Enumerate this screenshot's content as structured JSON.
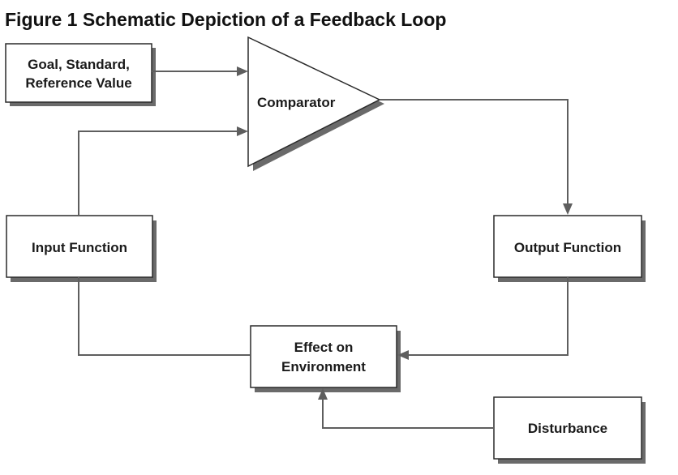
{
  "figure": {
    "title": "Figure 1 Schematic Depiction of a Feedback Loop"
  },
  "nodes": {
    "goal": {
      "line1": "Goal, Standard,",
      "line2": "Reference Value"
    },
    "comparator": {
      "label": "Comparator"
    },
    "input_function": {
      "label": "Input Function"
    },
    "output_function": {
      "label": "Output Function"
    },
    "effect": {
      "line1": "Effect on",
      "line2": "Environment"
    },
    "disturbance": {
      "label": "Disturbance"
    }
  },
  "colors": {
    "connector": "#5e5e5e",
    "box_border": "#2a2a2a",
    "shadow": "#6a6a6a"
  }
}
